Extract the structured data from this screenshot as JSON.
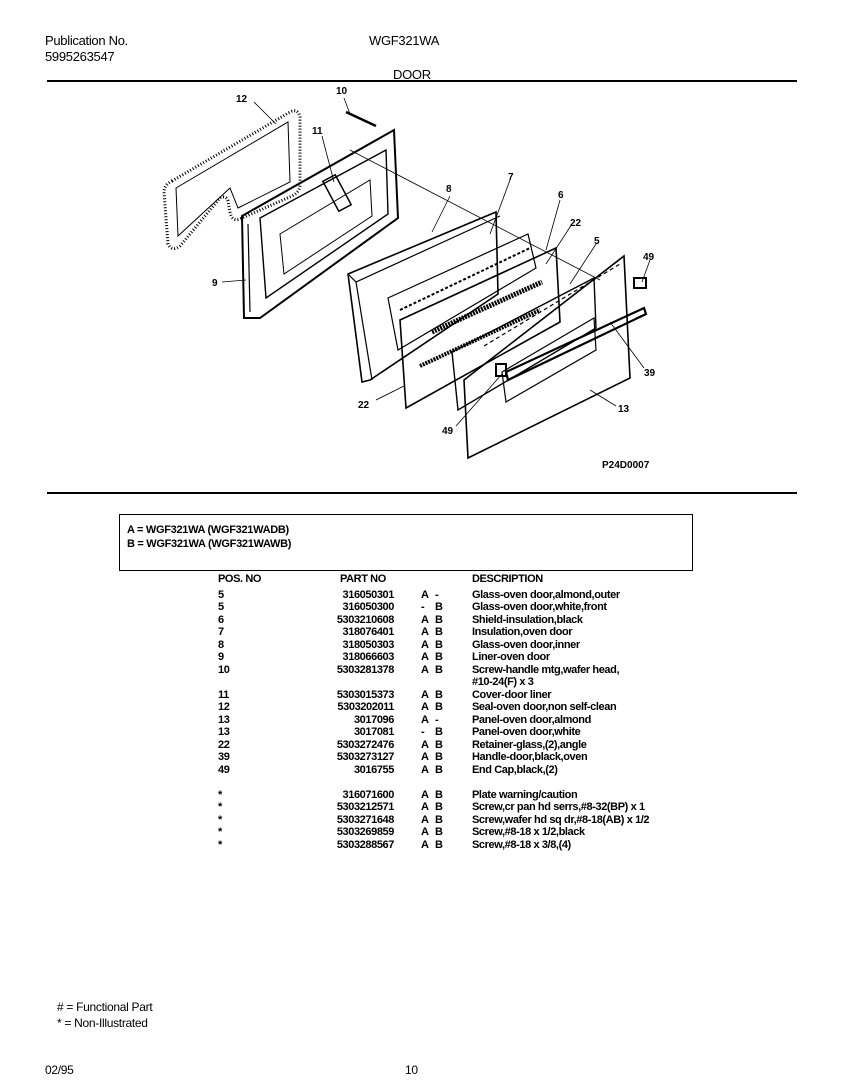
{
  "header": {
    "publication_label": "Publication No.",
    "publication_number": "5995263547",
    "model": "WGF321WA",
    "section_title": "DOOR"
  },
  "diagram": {
    "figure_code": "P24D0007",
    "callouts": [
      "12",
      "10",
      "11",
      "8",
      "7",
      "6",
      "22",
      "5",
      "49",
      "9",
      "39",
      "22",
      "13",
      "49"
    ]
  },
  "legend": [
    "A  =  WGF321WA (WGF321WADB)",
    "B  =  WGF321WA (WGF321WAWB)"
  ],
  "table": {
    "headers": {
      "pos": "POS. NO",
      "part": "PART NO",
      "desc": "DESCRIPTION"
    },
    "rows": [
      {
        "pos": "5",
        "part": "316050301",
        "a": "A",
        "b": "-",
        "desc": "Glass-oven door,almond,outer"
      },
      {
        "pos": "5",
        "part": "316050300",
        "a": "-",
        "b": "B",
        "desc": "Glass-oven door,white,front"
      },
      {
        "pos": "6",
        "part": "5303210608",
        "a": "A",
        "b": "B",
        "desc": "Shield-insulation,black"
      },
      {
        "pos": "7",
        "part": "318076401",
        "a": "A",
        "b": "B",
        "desc": "Insulation,oven door"
      },
      {
        "pos": "8",
        "part": "318050303",
        "a": "A",
        "b": "B",
        "desc": "Glass-oven door,inner"
      },
      {
        "pos": "9",
        "part": "318066603",
        "a": "A",
        "b": "B",
        "desc": "Liner-oven door"
      },
      {
        "pos": "10",
        "part": "5303281378",
        "a": "A",
        "b": "B",
        "desc": "Screw-handle mtg,wafer head,"
      },
      {
        "pos": "",
        "part": "",
        "a": "",
        "b": "",
        "desc": "#10-24(F) x 3"
      },
      {
        "pos": "11",
        "part": "5303015373",
        "a": "A",
        "b": "B",
        "desc": "Cover-door liner"
      },
      {
        "pos": "12",
        "part": "5303202011",
        "a": "A",
        "b": "B",
        "desc": "Seal-oven door,non self-clean"
      },
      {
        "pos": "13",
        "part": "3017096",
        "a": "A",
        "b": "-",
        "desc": "Panel-oven door,almond"
      },
      {
        "pos": "13",
        "part": "3017081",
        "a": "-",
        "b": "B",
        "desc": "Panel-oven door,white"
      },
      {
        "pos": "22",
        "part": "5303272476",
        "a": "A",
        "b": "B",
        "desc": "Retainer-glass,(2),angle"
      },
      {
        "pos": "39",
        "part": "5303273127",
        "a": "A",
        "b": "B",
        "desc": "Handle-door,black,oven"
      },
      {
        "pos": "49",
        "part": "3016755",
        "a": "A",
        "b": "B",
        "desc": "End Cap,black,(2)"
      },
      {
        "pos": "*",
        "part": "316071600",
        "a": "A",
        "b": "B",
        "desc": "Plate warning/caution"
      },
      {
        "pos": "*",
        "part": "5303212571",
        "a": "A",
        "b": "B",
        "desc": "Screw,cr pan hd serrs,#8-32(BP) x 1"
      },
      {
        "pos": "*",
        "part": "5303271648",
        "a": "A",
        "b": "B",
        "desc": "Screw,wafer hd sq dr,#8-18(AB) x 1/2"
      },
      {
        "pos": "*",
        "part": "5303269859",
        "a": "A",
        "b": "B",
        "desc": "Screw,#8-18 x 1/2,black"
      },
      {
        "pos": "*",
        "part": "5303288567",
        "a": "A",
        "b": "B",
        "desc": "Screw,#8-18 x 3/8,(4)"
      }
    ]
  },
  "footnotes": {
    "functional": "# = Functional Part",
    "non_illustrated": "* = Non-Illustrated"
  },
  "footer": {
    "date": "02/95",
    "page": "10"
  }
}
